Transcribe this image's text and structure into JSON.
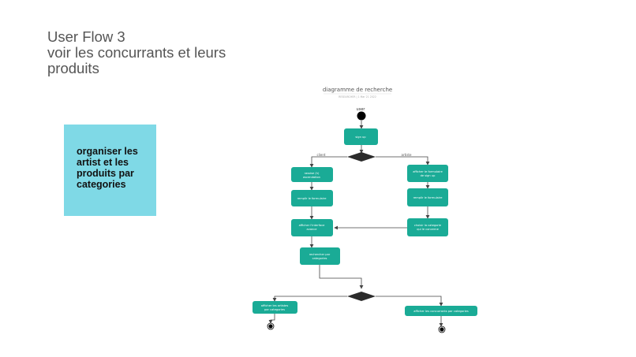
{
  "slide": {
    "title_lines": [
      "User Flow 3",
      "voir les concurrants et leurs",
      "produits"
    ]
  },
  "note": {
    "lines": [
      "organiser les",
      "artist et les",
      "produits par",
      "categories"
    ]
  },
  "diagram": {
    "title": "diagramme de recherche",
    "subtitle": "RESEARCHER | 1 Mar 21 2022",
    "start_label": "user",
    "nodes": {
      "signup": "sign up",
      "left1": [
        "rassise (h)",
        "ascendation"
      ],
      "left2": "remplir le formulaire",
      "left3": [
        "afficher l'interface",
        "avance"
      ],
      "left4": [
        "rechercher par",
        "categories"
      ],
      "right1": [
        "afficher le formulaire",
        "de sign up"
      ],
      "right2": "remplir le formulaire",
      "right3": [
        "choisir la categorie",
        "qui le concerne"
      ],
      "bottom_left": [
        "afficher les artistes",
        "par categories"
      ],
      "bottom_right": "afficher les concurrants par categories"
    },
    "branch_labels": {
      "left": "client",
      "right": "artiste"
    }
  },
  "colors": {
    "node": "#1aab96",
    "note_bg": "#7fd9e6",
    "decision": "#2b2b2b"
  }
}
